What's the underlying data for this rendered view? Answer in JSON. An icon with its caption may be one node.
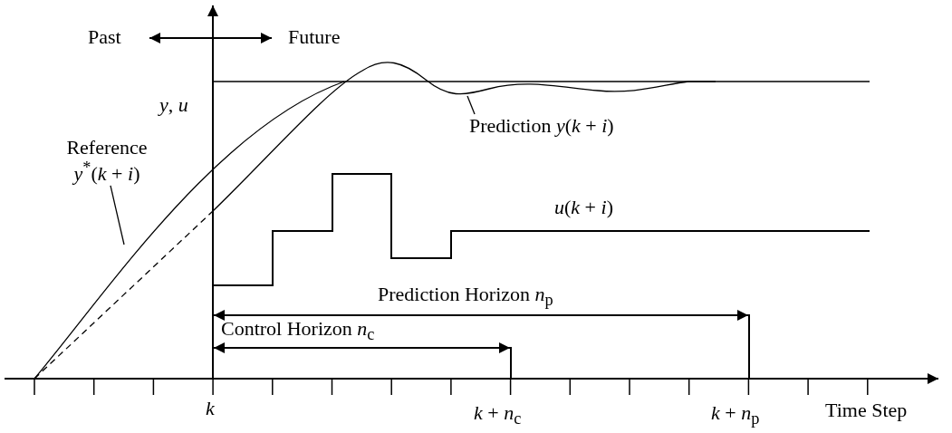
{
  "diagram": {
    "nodes": [
      {
        "text": [
          "Reference *y*$^{*}$(*k* + *i*)"
        ]
      },
      {
        "text": [
          "Prediction *y*(*k* + *i*)"
        ]
      }
    ],
    "edges": [
      {
        "from": 0,
        "to": null,
        "arrow": "none"
      },
      {
        "from": 1,
        "to": null,
        "arrow": "none"
      }
    ],
    "labels": [
      "Past",
      "Future",
      "*y*, *u*",
      "*u*(*k* + *i*)",
      "Prediction Horizon *n*$_{p}$",
      "Control Horizon *n*$_{c}$",
      "*k*",
      "*k* + *n*$_{c}$",
      "*k* + *n*$_{p}$",
      "Time Step"
    ]
  }
}
